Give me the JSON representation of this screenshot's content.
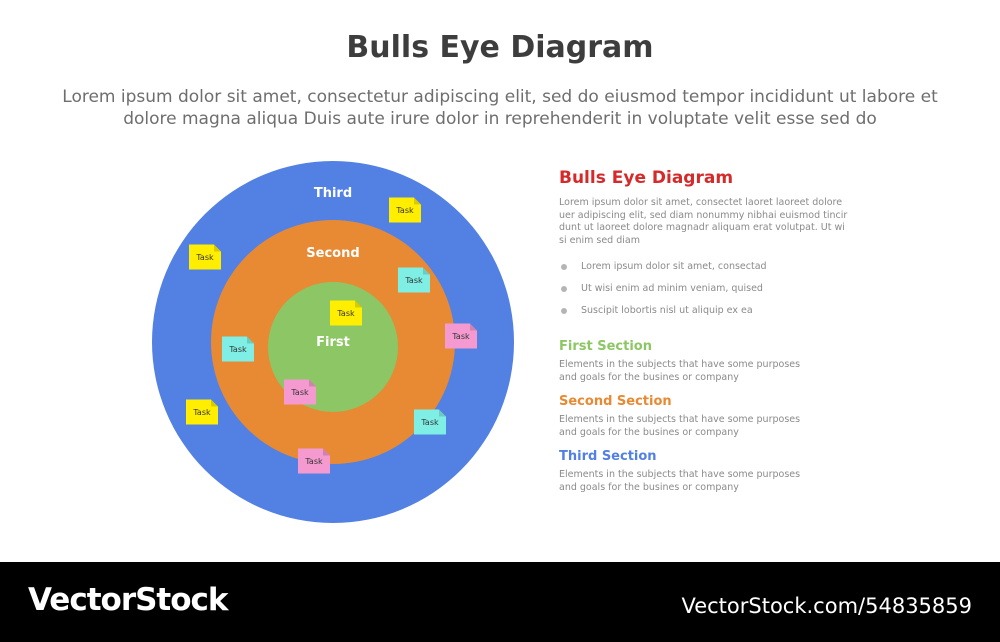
{
  "header": {
    "title": "Bulls Eye Diagram",
    "subtitle": "Lorem ipsum dolor sit amet, consectetur adipiscing elit, sed do eiusmod tempor incididunt ut labore et dolore magna aliqua Duis aute irure dolor in reprehenderit in voluptate velit esse sed do"
  },
  "rings": [
    {
      "label": "Third",
      "color": "#5281e3"
    },
    {
      "label": "Second",
      "color": "#e88a33"
    },
    {
      "label": "First",
      "color": "#8dc664"
    }
  ],
  "tasks": [
    {
      "label": "Task",
      "color": "#ffee00"
    },
    {
      "label": "Task",
      "color": "#ffee00"
    },
    {
      "label": "Task",
      "color": "#ffee00"
    },
    {
      "label": "Task",
      "color": "#ffee00"
    },
    {
      "label": "Task",
      "color": "#7fefe6"
    },
    {
      "label": "Task",
      "color": "#7fefe6"
    },
    {
      "label": "Task",
      "color": "#7fefe6"
    },
    {
      "label": "Task",
      "color": "#f59ad0"
    },
    {
      "label": "Task",
      "color": "#f59ad0"
    },
    {
      "label": "Task",
      "color": "#f59ad0"
    }
  ],
  "panel": {
    "title": "Bulls Eye Diagram",
    "description": "Lorem ipsum dolor sit amet, consectet laoret  laoreet dolore uer adipiscing elit, sed diam nonummy nibhai euismod tincir dunt ut laoreet dolore magnadr aliquam erat volutpat. Ut wi si enim sed diam",
    "bullets": [
      "Lorem ipsum dolor sit amet, consectad",
      "Ut wisi enim ad minim veniam, quised",
      "Suscipit lobortis nisl ut aliquip ex ea"
    ],
    "sections": [
      {
        "title": "First Section",
        "color": "#8dc664",
        "description": "Elements in the subjects that have some purposes and goals for the  busines or company"
      },
      {
        "title": "Second Section",
        "color": "#e88a33",
        "description": "Elements in the subjects that have some purposes and goals for the  busines or company"
      },
      {
        "title": "Third Section",
        "color": "#5281e3",
        "description": "Elements in the subjects that have some purposes and goals for the  busines or company"
      }
    ]
  },
  "footer": {
    "brand": "VectorStock",
    "url": "VectorStock.com/54835859"
  }
}
